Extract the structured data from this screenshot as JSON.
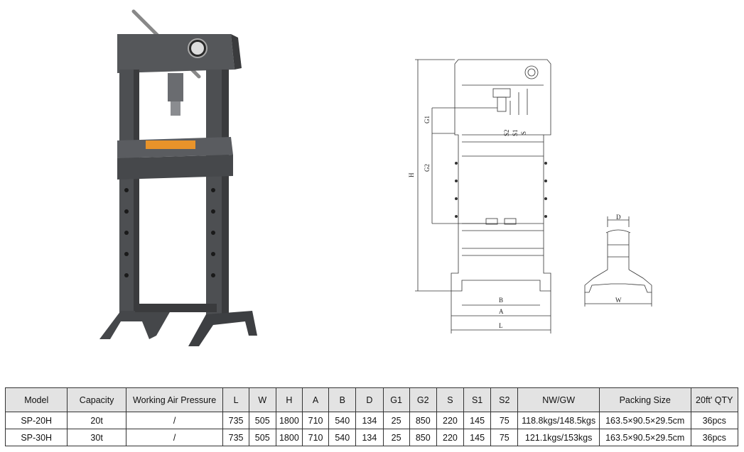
{
  "drawing_labels": {
    "H": "H",
    "G1": "G1",
    "G2": "G2",
    "S2": "S2",
    "S1": "S1",
    "S": "S",
    "B": "B",
    "A": "A",
    "L": "L",
    "D": "D",
    "W": "W"
  },
  "table": {
    "headers": [
      "Model",
      "Capacity",
      "Working Air Pressure",
      "L",
      "W",
      "H",
      "A",
      "B",
      "D",
      "G1",
      "G2",
      "S",
      "S1",
      "S2",
      "NW/GW",
      "Packing Size",
      "20ft' QTY"
    ],
    "rows": [
      [
        "SP-20H",
        "20t",
        "/",
        "735",
        "505",
        "1800",
        "710",
        "540",
        "134",
        "25",
        "850",
        "220",
        "145",
        "75",
        "118.8kgs/148.5kgs",
        "163.5×90.5×29.5cm",
        "36pcs"
      ],
      [
        "SP-30H",
        "30t",
        "/",
        "735",
        "505",
        "1800",
        "710",
        "540",
        "134",
        "25",
        "850",
        "220",
        "145",
        "75",
        "121.1kgs/153kgs",
        "163.5×90.5×29.5cm",
        "36pcs"
      ]
    ]
  }
}
